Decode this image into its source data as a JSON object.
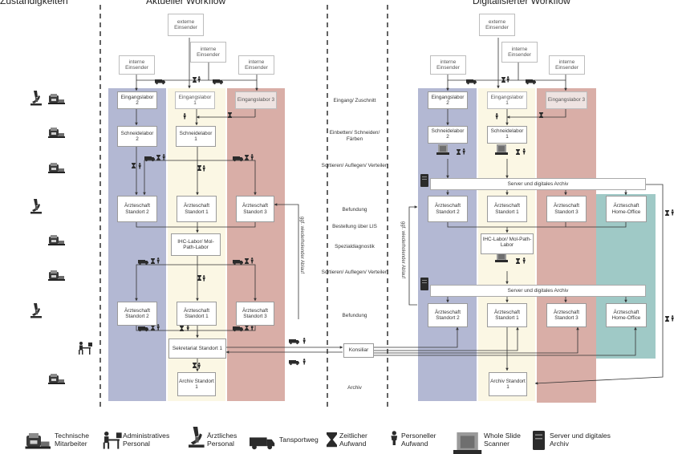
{
  "headers": {
    "left": "Zuständigkeiten",
    "middle": "Aktueller Workflow",
    "right": "Digitalisierter Workflow"
  },
  "colors": {
    "lane_blue": "#b3b8d3",
    "lane_yellow": "#fbf7e4",
    "lane_red": "#d9aea7",
    "lane_teal": "#9fc9c6",
    "arrow": "#333333",
    "dashed_divider": "#222222"
  },
  "current": {
    "senders": {
      "external": "externe Einsender",
      "internal_left": "interne Einsender",
      "internal_mid": "interne Einsender",
      "internal_right": "interne Einsender"
    },
    "intake": [
      "Eingangslabor 2",
      "Eingangslabor 1",
      "Eingangslabor 3"
    ],
    "cutting": [
      "Schneidelabor 2",
      "Schneidelabor 1"
    ],
    "doctors_a": [
      "Ärzteschaft Standort 2",
      "Ärzteschaft Standort 1",
      "Ärzteschaft Standort 3"
    ],
    "ihc": "IHC-Labor/ Mol-Path-Labor",
    "doctors_b": [
      "Ärzteschaft Standort 2",
      "Ärzteschaft Standort 1",
      "Ärzteschaft Standort 3"
    ],
    "secretariat": "Sekretariat Standort 1",
    "archive": "Archiv Standort 1",
    "repeat_label": "ggf. wiederholender Ablauf"
  },
  "stages": [
    "Eingang/ Zuschnitt",
    "Einbetten/ Schneiden/ Färben",
    "Sortieren/ Auflegen/ Verteilen",
    "Befundung",
    "Bestellung über LIS",
    "Spezialdiagnostik",
    "Sortieren/ Auflegen/ Verteilen",
    "Befundung",
    "Archiv"
  ],
  "konsiliar": "Konsiliar",
  "digital": {
    "senders": {
      "external": "externe Einsender",
      "internal_left": "interne Einsender",
      "internal_mid": "interne Einsender",
      "internal_right": "interne Einsender"
    },
    "intake": [
      "Eingangslabor 2",
      "Eingangslabor 1",
      "Eingangslabor 3"
    ],
    "cutting": [
      "Schneidelabor 2",
      "Schneidelabor 1"
    ],
    "server_top": "Server und digitales Archiv",
    "doctors_a": [
      "Ärzteschaft Standort 2",
      "Ärzteschaft Standort 1",
      "Ärzteschaft Standort 3",
      "Ärzteschaft Home-Office"
    ],
    "ihc": "IHC-Labor/ Mol-Path-Labor",
    "server_bottom": "Server und digitales Archiv",
    "doctors_b": [
      "Ärzteschaft Standort 2",
      "Ärzteschaft Standort 1",
      "Ärzteschaft Standort 3",
      "Ärzteschaft Home-Office"
    ],
    "archive": "Archiv Standort 1",
    "repeat_label": "ggf. wiederholender Ablauf"
  },
  "legend": [
    {
      "icon": "microscope-technician-icon",
      "text": "Technische Mitarbeiter"
    },
    {
      "icon": "admin-desk-icon",
      "text": "Administratives Personal"
    },
    {
      "icon": "microscope-icon",
      "text": "Ärztliches Personal"
    },
    {
      "icon": "van-icon",
      "text": "Tansportweg"
    },
    {
      "icon": "hourglass-icon",
      "text": "Zeitlicher Aufwand"
    },
    {
      "icon": "person-icon",
      "text": "Personeller Aufwand"
    },
    {
      "icon": "slide-scanner-icon",
      "text": "Whole Slide Scanner"
    },
    {
      "icon": "server-icon",
      "text": "Server und digitales Archiv"
    }
  ]
}
